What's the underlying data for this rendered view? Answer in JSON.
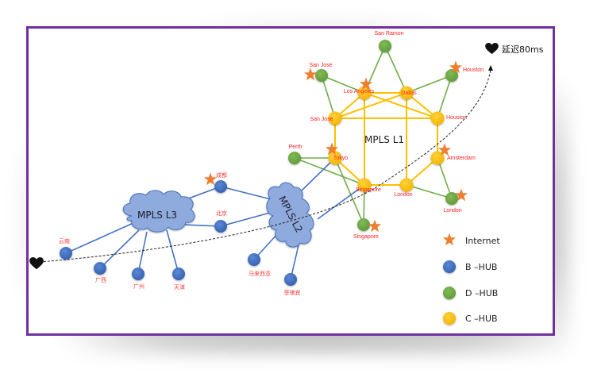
{
  "diagram": {
    "colors": {
      "frame": "#7030a0",
      "b_hub": "#4472c4",
      "d_hub": "#70ad47",
      "c_hub": "#ffc000",
      "internet_star": "#ed7d31",
      "label": "#ff2020",
      "cloud": "#8faadc",
      "link_blue": "#4472c4",
      "link_green": "#70ad47",
      "link_yellow": "#ffc000"
    },
    "clouds": {
      "l1": "MPLS L1",
      "l2": "MPLS L2",
      "l3": "MPLS L3"
    },
    "nodes": {
      "d_san_ramon": "San Ramon",
      "d_san_jose": "San Jose",
      "d_houston": "Houston",
      "d_perth": "Perth",
      "d_singapore": "Singapore",
      "d_london": "London",
      "c_los_angeles": "Los Angeles",
      "c_dallas": "Dallas",
      "c_san_jose": "San Jose",
      "c_houston": "Houston",
      "c_tokyo": "Tokyo",
      "c_amsterdam": "Amsterdam",
      "c_singapore": "Singapore",
      "c_london": "London",
      "b_chengdu": "成都",
      "b_beijing": "北京",
      "b_yunnan": "云南",
      "b_guangxi": "广西",
      "b_guangzhou": "广州",
      "b_tianjin": "天津",
      "b_malaysia": "马来西亚",
      "b_philippines": "菲律宾"
    },
    "latency_label": "延迟80ms",
    "legend": {
      "internet": "Internet",
      "b_hub": "B –HUB",
      "d_hub": "D –HUB",
      "c_hub": "C –HUB"
    }
  }
}
